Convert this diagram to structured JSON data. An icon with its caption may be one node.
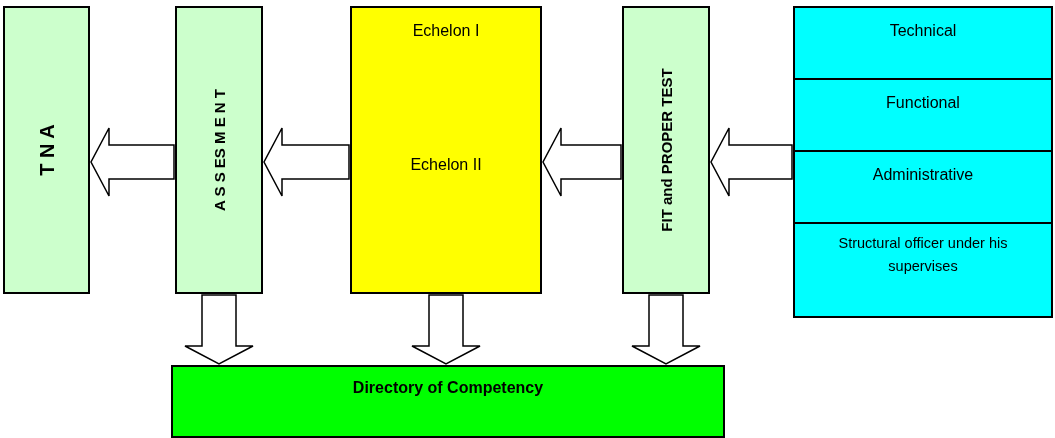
{
  "diagram": {
    "nodes": [
      {
        "text": [
          "T N A"
        ]
      },
      {
        "text": [
          "A S S ES M E N T"
        ]
      },
      {
        "text": [
          "Echelon I",
          "Echelon II"
        ]
      },
      {
        "text": [
          "FIT and PROPER TEST"
        ]
      },
      {
        "text": [],
        "shape": "box"
      },
      {
        "text": [
          "Technical"
        ],
        "in": 4
      },
      {
        "text": [
          "Functional"
        ],
        "in": 4
      },
      {
        "text": [
          "Administrative"
        ],
        "in": 4
      },
      {
        "text": [
          "Structural officer under his supervises"
        ],
        "in": 4
      },
      {
        "text": [
          "Directory of Competency"
        ]
      }
    ],
    "edges": [
      {
        "from": 4,
        "to": 3,
        "arrow": "to"
      },
      {
        "from": 3,
        "to": 2,
        "arrow": "to"
      },
      {
        "from": 2,
        "to": 1,
        "arrow": "to"
      },
      {
        "from": 1,
        "to": 0,
        "arrow": "to"
      },
      {
        "from": 1,
        "to": 9,
        "arrow": "to"
      },
      {
        "from": 2,
        "to": 9,
        "arrow": "to"
      },
      {
        "from": 3,
        "to": 9,
        "arrow": "to"
      }
    ]
  }
}
